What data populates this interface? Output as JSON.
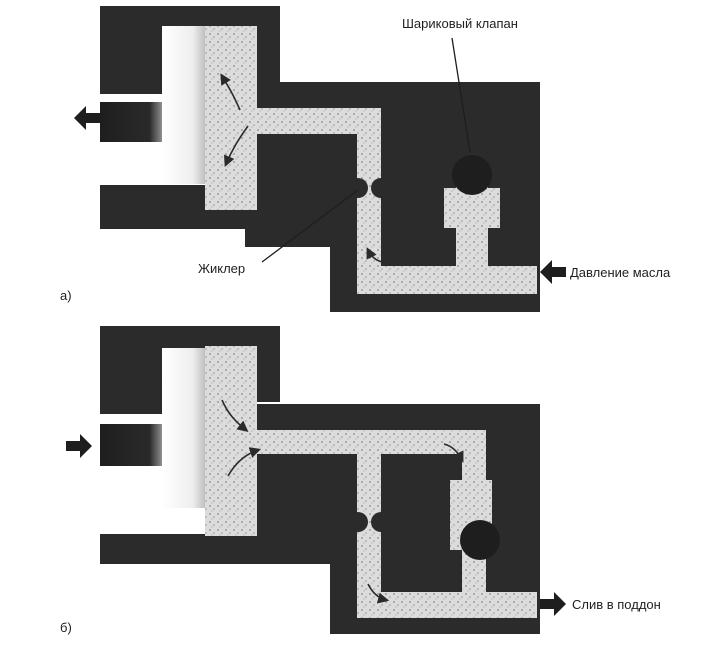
{
  "panels": [
    {
      "id": "a",
      "panel_label": "а)",
      "ball_valve_label": "Шариковый клапан",
      "jet_label": "Жиклер",
      "oil_pressure_label": "Давление масла"
    },
    {
      "id": "b",
      "panel_label": "б)",
      "drain_label": "Слив в поддон"
    }
  ],
  "colors": {
    "body": "#2b2b2b",
    "oil": "#d9d9d9",
    "piston": "#f2f2f2",
    "text": "#1f1f1f"
  }
}
